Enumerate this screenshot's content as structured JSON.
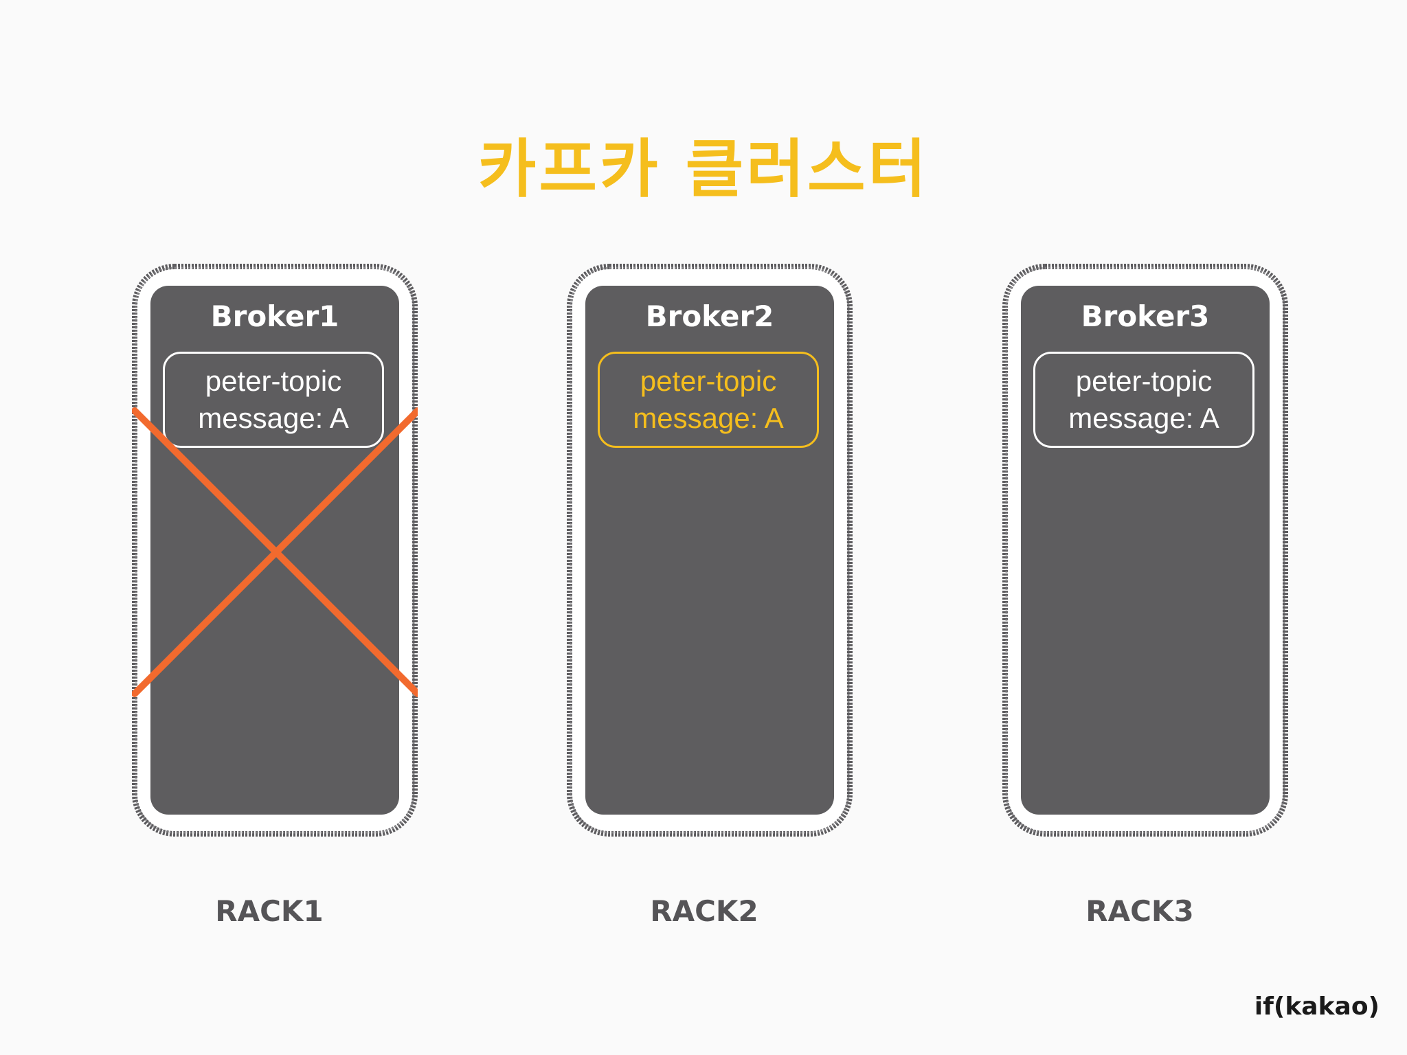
{
  "title": "카프카 클러스터",
  "colors": {
    "accent": "#f5be1d",
    "broker_fill": "#5e5d5f",
    "failure_cross": "#f26a2e",
    "rack_outline": "#5c5b5e",
    "label_text": "#555457"
  },
  "racks": [
    {
      "label": "RACK1",
      "broker": "Broker1",
      "topic": "peter-topic",
      "message": "message: A",
      "highlighted": false,
      "failed": true
    },
    {
      "label": "RACK2",
      "broker": "Broker2",
      "topic": "peter-topic",
      "message": "message: A",
      "highlighted": true,
      "failed": false
    },
    {
      "label": "RACK3",
      "broker": "Broker3",
      "topic": "peter-topic",
      "message": "message: A",
      "highlighted": false,
      "failed": false
    }
  ],
  "footer": "if(kakao)"
}
